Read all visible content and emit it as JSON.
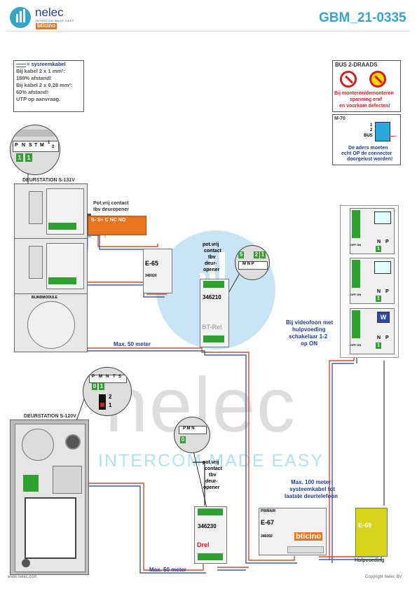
{
  "header": {
    "brand_name": "nelec",
    "brand_tagline": "INTERCOM MADE EASY",
    "brand_sub": "bticino",
    "doc_code": "GBM_21-0335"
  },
  "legend": {
    "line1": "= systeemkabel",
    "line2": "Bij kabel 2 x 1 mm²:",
    "line3": "180% afstand!",
    "line4": "Bij kabel 2 x 0,28 mm²:",
    "line5": "60% afstand!",
    "line6": "UTP op aanvraag."
  },
  "bus_box": {
    "title": "BUS 2-DRAADS",
    "warn1": "Bij monteren/demonteren",
    "warn2": "spanning eraf",
    "warn3": "en voorkom defecten!"
  },
  "m70_box": {
    "title": "M-70",
    "pin1": "1",
    "pin2": "2",
    "bus": "BUS",
    "note1": "De aders moeten",
    "note2": "echt OP de connector",
    "note3": "doorgelust worden!"
  },
  "s131": {
    "title": "DEURSTATION S-131V",
    "terminals": [
      "P",
      "N",
      "S",
      "T",
      "M",
      "1",
      "2"
    ],
    "switch_on": "1",
    "switch_on2": "1",
    "blindmodule": "BLINDMODULE"
  },
  "relay_contact": {
    "label1": "Pot.vrij contact",
    "label2": "tbv deuropener",
    "terms": "S- S+ C NC NO"
  },
  "e65": {
    "name": "E-65",
    "code": "346020"
  },
  "bt_rel": {
    "label1": "pot.vrij",
    "label2": "contact",
    "label3": "tbv",
    "label4": "deur-",
    "label5": "opener",
    "code": "346210",
    "name": "BT-Rel",
    "zoom_a": "5",
    "zoom_b": "2",
    "zoom_c": "1",
    "zoom_terms": "M N P"
  },
  "max50_top": "Max. 50 meter",
  "max50_bottom": "Max. 50 meter",
  "max100": {
    "line1": "Max. 100 meter",
    "line2": "systeemkabel tot",
    "line3": "laatste deurtelefoon"
  },
  "videofoon_note": {
    "line1": "Bij videofoon met",
    "line2": "hulpvoeding",
    "line3": "schakelaar 1-2",
    "line4": "op ON"
  },
  "indoor_units": [
    {
      "off_on": "OFF ON",
      "n": "N",
      "p": "P",
      "addr": "1"
    },
    {
      "off_on": "OFF ON",
      "n": "N",
      "p": "P",
      "addr": "1"
    },
    {
      "off_on": "OFF ON",
      "n": "N",
      "p": "P",
      "addr": "1"
    }
  ],
  "s120": {
    "title": "DEURSTATION S-120V",
    "zoom_terms": [
      "P",
      "M",
      "N",
      "T",
      "S"
    ],
    "zoom_on": "0",
    "zoom_on2": "1",
    "switch2": "2",
    "switch1": "1"
  },
  "drel": {
    "label1": "pot.vrij",
    "label2": "contact",
    "label3": "tbv",
    "label4": "deur-",
    "label5": "opener",
    "code": "346230",
    "name": "Drel",
    "zoom_terms": "P M N",
    "zoom_val": "0"
  },
  "e67": {
    "name": "E-67",
    "code": "346050",
    "primair": "PRIMAIR",
    "brand": "bticino"
  },
  "e69": {
    "name": "E-69",
    "label": "Hulpvoeding"
  },
  "watermark": {
    "word": "nelec",
    "tagline": "INTERCOM MADE EASY"
  },
  "footer": {
    "left": "www.nelec.com",
    "right": "Copyright Nelec BV"
  },
  "colors": {
    "brand_blue": "#1f3f8f",
    "title_teal": "#3aa3c9",
    "wire_red": "#d64a2a",
    "wire_blue": "#3d5fb0",
    "wire_cyan": "#4cc3e6",
    "green_term": "#2ea12e",
    "e69_yellow": "#d7d21a",
    "orange_relay": "#e8741c"
  }
}
